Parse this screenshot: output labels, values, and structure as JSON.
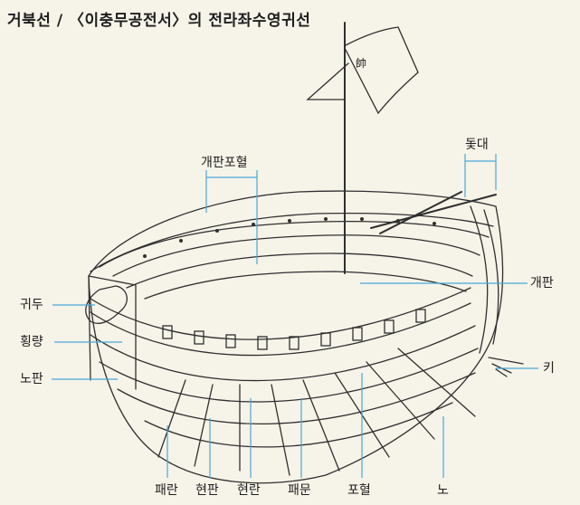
{
  "title": "거북선 / 〈이충무공전서〉의 전라좌수영귀선",
  "flag_glyph": "帥",
  "colors": {
    "line": "#2f2f2f",
    "leader": "#4aa8d8",
    "paper": "#f6f3e8"
  },
  "labels": {
    "gaepan_pohyeol": "개판포혈",
    "dotdae": "돛대",
    "gaepan": "개판",
    "gwidu": "귀두",
    "hoengnyang": "횡량",
    "nopan": "노판",
    "ki": "키",
    "paeran": "패란",
    "hyeonpan": "현판",
    "hyeonran": "현란",
    "paemun": "패문",
    "pohyeol": "포혈",
    "no": "노"
  }
}
